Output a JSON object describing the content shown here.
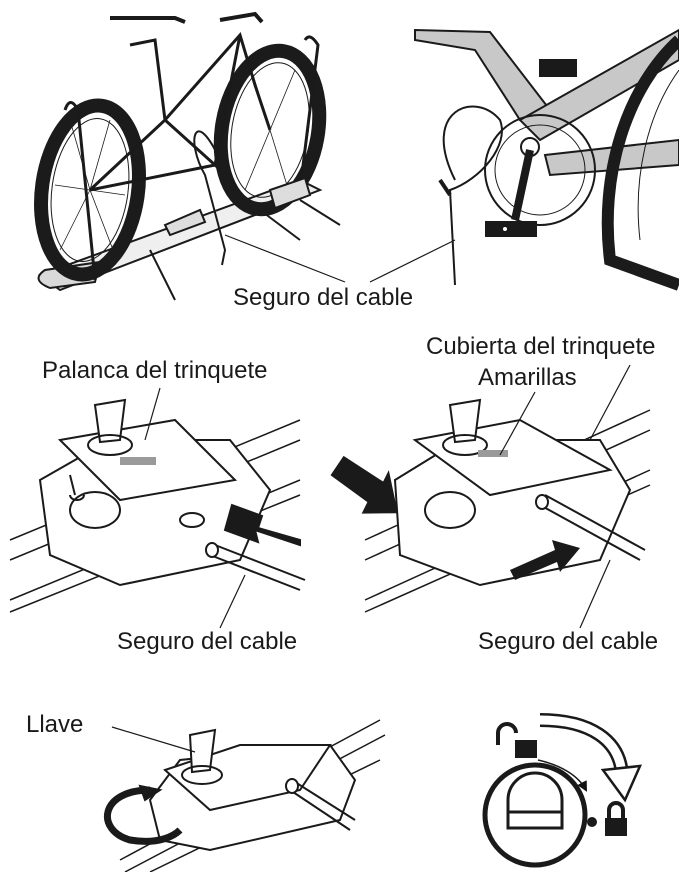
{
  "labels": {
    "cable_lock_top": "Seguro del cable",
    "ratchet_lever": "Palanca del trinquete",
    "ratchet_cover": "Cubierta del trinquete",
    "yellow": "Amarillas",
    "cable_lock_mid_left": "Seguro del cable",
    "cable_lock_mid_right": "Seguro del cable",
    "key": "Llave"
  },
  "colors": {
    "line": "#1a1a1a",
    "tire": "#1b1b1b",
    "frame_gray": "#c8c8c8",
    "arrow": "#222222"
  },
  "icons": {
    "unlocked": "unlocked-padlock-icon",
    "locked": "locked-padlock-icon",
    "rotate": "clockwise-arrow-icon"
  }
}
